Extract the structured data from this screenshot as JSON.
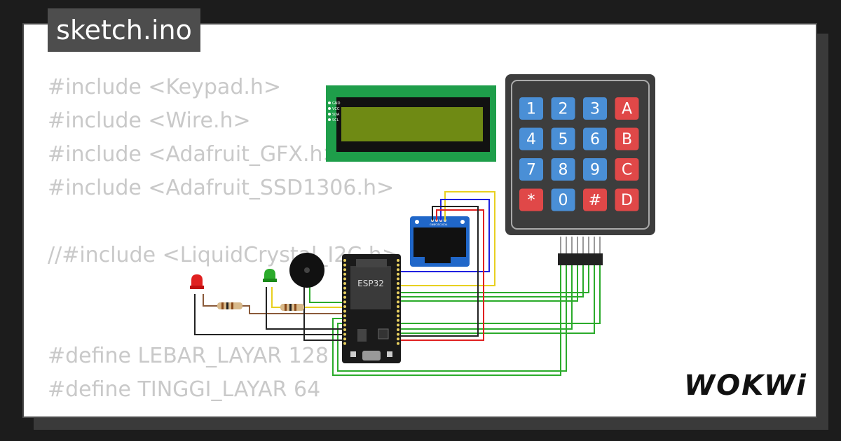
{
  "header": {
    "title": "sketch.ino"
  },
  "code_lines": [
    "#include <Keypad.h>",
    "#include <Wire.h>",
    "#include <Adafruit_GFX.h>",
    "#include <Adafruit_SSD1306.h>",
    "",
    "//#include <LiquidCrystal_I2C.h>",
    "",
    "",
    "",
    "#define LEBAR_LAYAR 128",
    "#define TINGGI_LAYAR 64"
  ],
  "lcd": {
    "pins": [
      "GND",
      "VCC",
      "SDA",
      "SCL"
    ]
  },
  "oled": {
    "pins": [
      "GND",
      "VCC",
      "SCL",
      "SDA"
    ]
  },
  "esp32": {
    "label": "ESP32"
  },
  "keypad": {
    "keys": [
      [
        "1",
        "2",
        "3",
        "A"
      ],
      [
        "4",
        "5",
        "6",
        "B"
      ],
      [
        "7",
        "8",
        "9",
        "C"
      ],
      [
        "*",
        "0",
        "#",
        "D"
      ]
    ]
  },
  "logo": {
    "text": "WOKWi"
  },
  "colors": {
    "background": "#1c1c1c",
    "card": "#ffffff",
    "code_text": "#c9c9c9",
    "key_blue": "#4a8fd6",
    "key_red": "#e04848",
    "lcd_board": "#1e9e4a",
    "wire_green": "#2bab2b",
    "wire_red": "#e02020",
    "wire_blue": "#2020e0",
    "wire_yellow": "#e8d020"
  }
}
